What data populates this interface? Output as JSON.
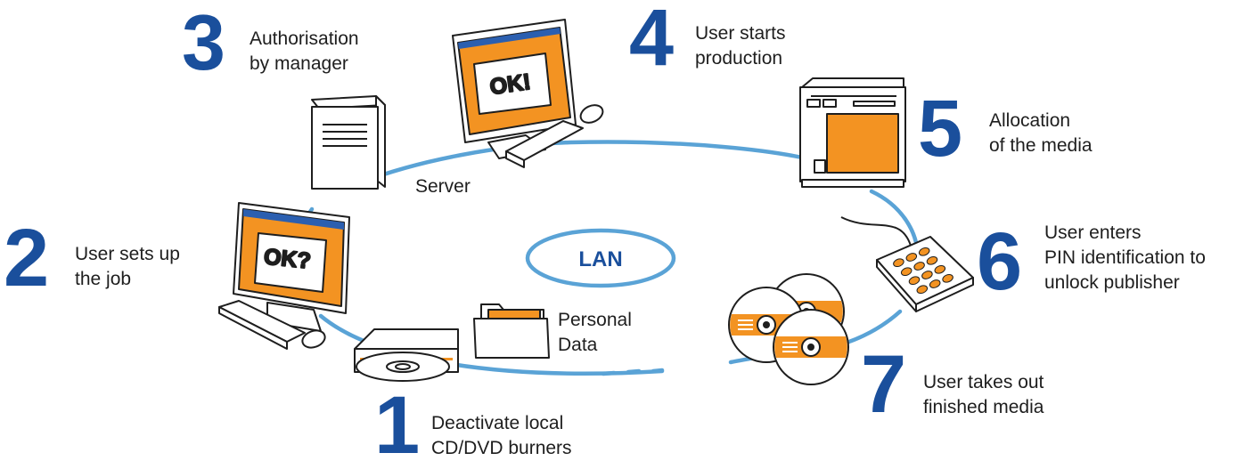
{
  "steps": [
    {
      "number": "1",
      "lines": [
        "Deactivate local",
        "CD/DVD burners"
      ]
    },
    {
      "number": "2",
      "lines": [
        "User sets up",
        "the job"
      ]
    },
    {
      "number": "3",
      "lines": [
        "Authorisation",
        "by manager"
      ]
    },
    {
      "number": "4",
      "lines": [
        "User starts",
        "production"
      ]
    },
    {
      "number": "5",
      "lines": [
        "Allocation",
        "of the media"
      ]
    },
    {
      "number": "6",
      "lines": [
        "User enters",
        "PIN identification to",
        "unlock publisher"
      ]
    },
    {
      "number": "7",
      "lines": [
        "User takes out",
        "finished media"
      ]
    }
  ],
  "labels": {
    "server": "Server",
    "lan": "LAN",
    "personal_data": [
      "Personal",
      "Data"
    ]
  },
  "screens": {
    "monitor_left": "OK?",
    "monitor_top": "OK!"
  },
  "icons": [
    "server-icon",
    "monitor-icon",
    "keyboard-icon",
    "mouse-icon",
    "cd-dvd-drive-icon",
    "folder-icon",
    "disc-publisher-icon",
    "pin-keypad-icon",
    "disc-icon"
  ],
  "colors": {
    "step_number": "#1a4f9c",
    "network_line": "#5aa3d6",
    "orange": "#f39322",
    "text": "#1e1e1e"
  }
}
